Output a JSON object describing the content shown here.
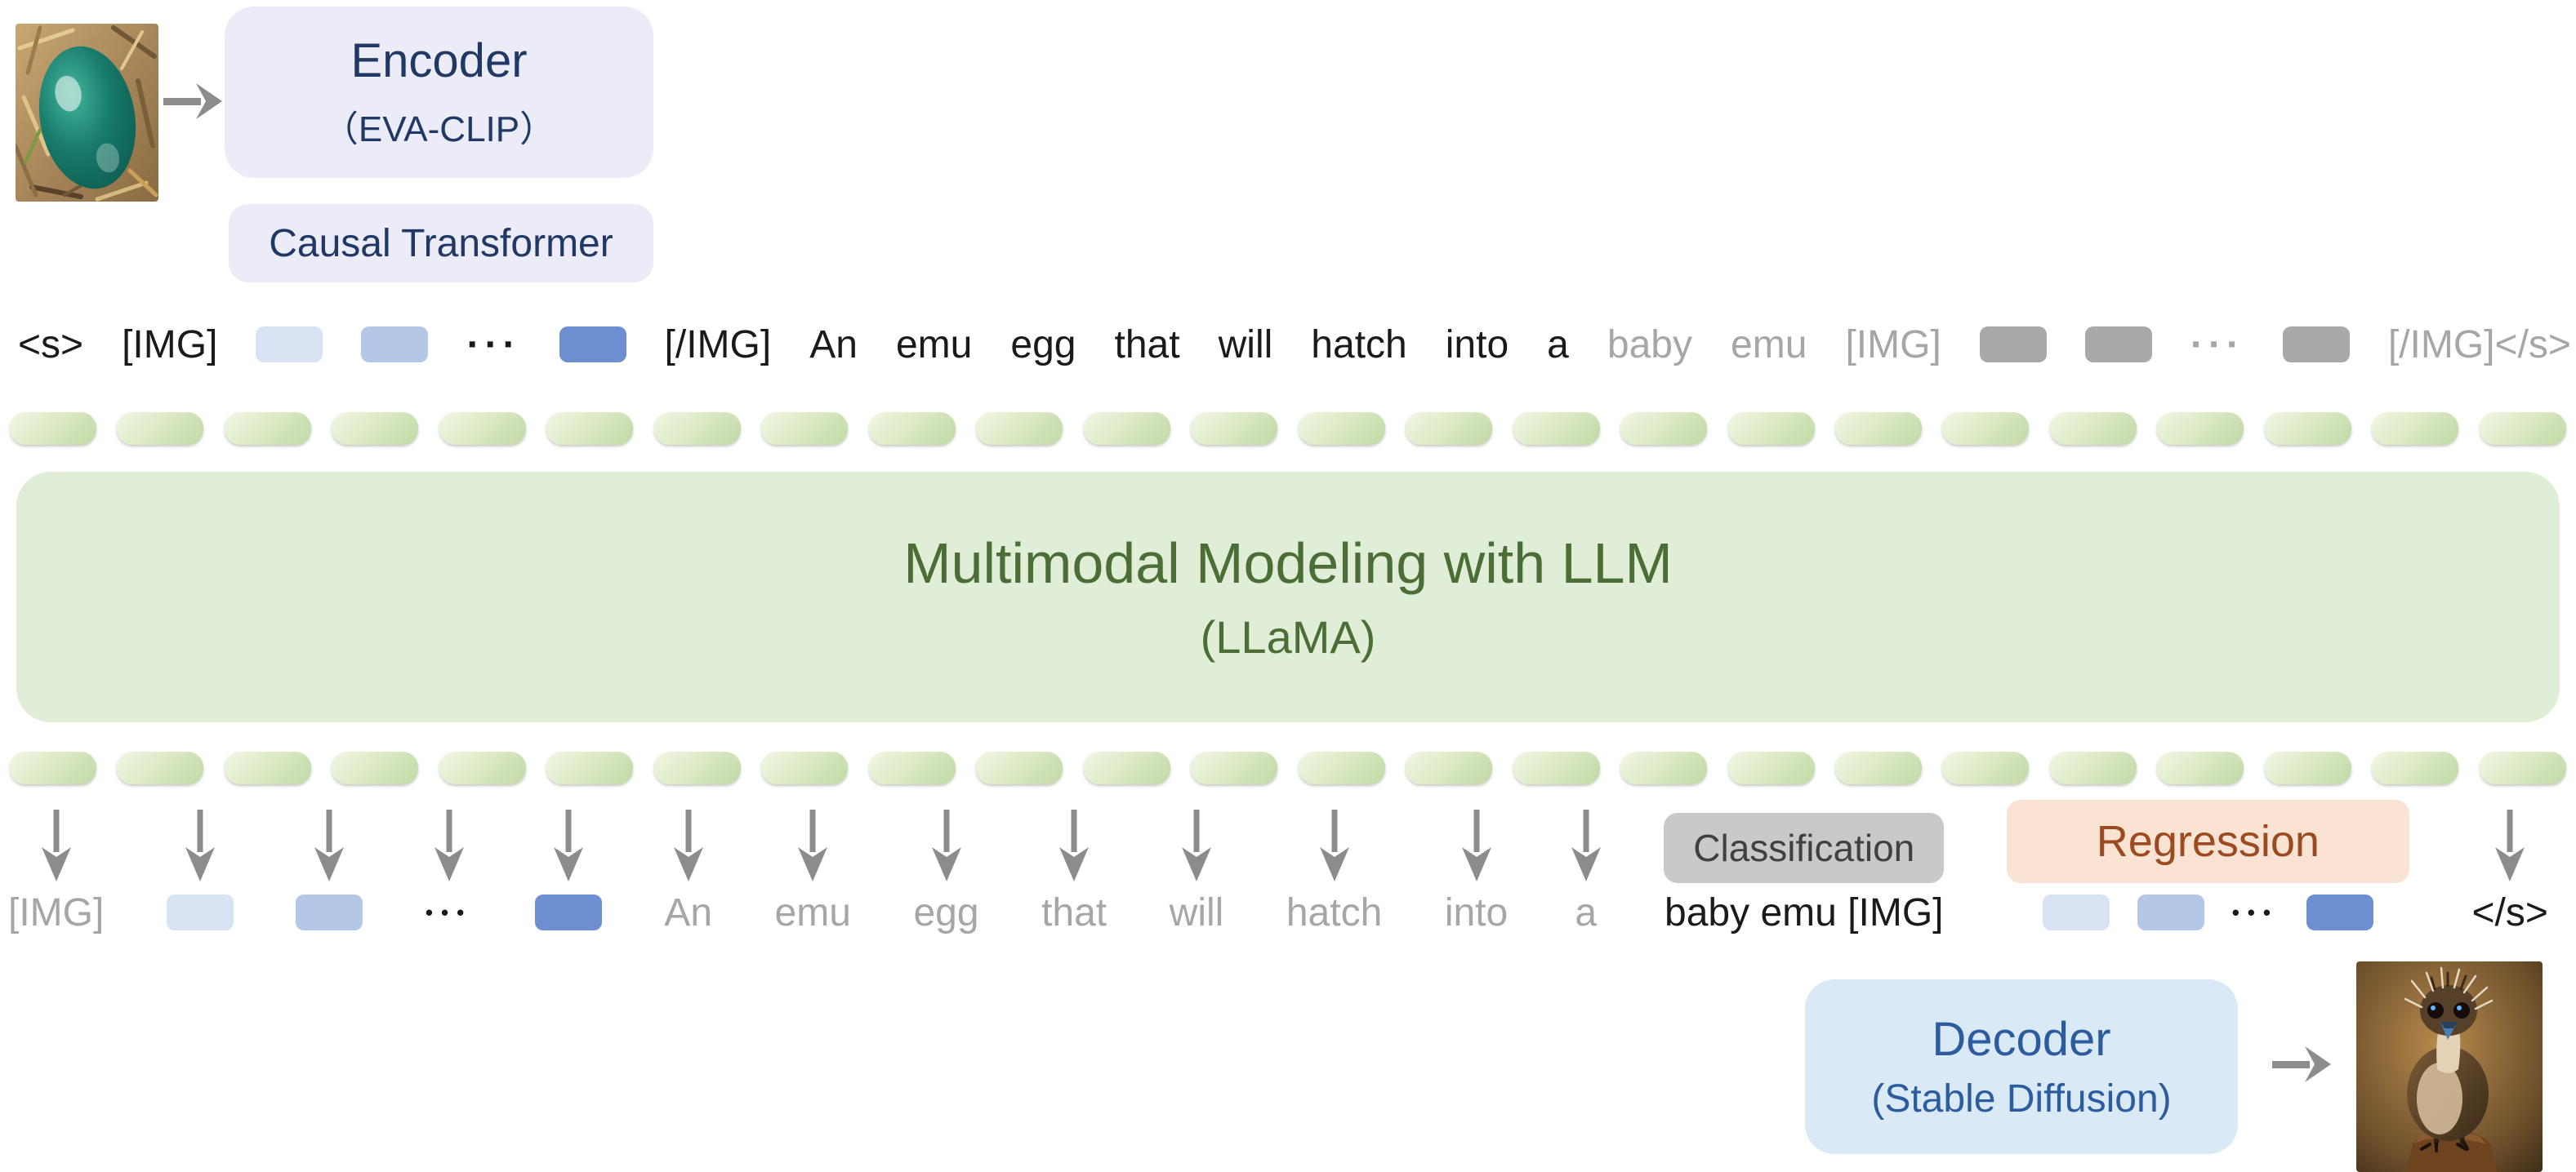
{
  "colors": {
    "lavender_box_bg": "#ececf8",
    "navy_text": "#1f3864",
    "llm_box_bg": "#e0eed7",
    "llm_text": "#4a6e35",
    "pill_green_light": "#f2f7e3",
    "pill_green_dark": "#c0d9a4",
    "token_blue_light": "#dae3f3",
    "token_blue_mid": "#b4c7e7",
    "token_blue_dark": "#6d8ed1",
    "token_gray_box": "#a9a9a9",
    "gray_text": "#a6a6a6",
    "black_text": "#1a1a1a",
    "classification_bg": "#c9c9c9",
    "classification_text": "#404040",
    "regression_bg": "#fbe3d3",
    "regression_text": "#9c4a1f",
    "decoder_bg": "#d9e9f6",
    "decoder_text": "#2d5c9e",
    "arrow_gray": "#8c8c8c"
  },
  "encoder": {
    "title": "Encoder",
    "subtitle": "（EVA-CLIP）"
  },
  "causal": {
    "label": "Causal Transformer"
  },
  "llm": {
    "title": "Multimodal Modeling with LLM",
    "subtitle": "(LLaMA)"
  },
  "heads": {
    "classification": "Classification",
    "regression": "Regression"
  },
  "decoder": {
    "title": "Decoder",
    "subtitle": "(Stable Diffusion)"
  },
  "pills": {
    "count_per_row": 24,
    "rows": 2
  },
  "tokens": {
    "top_row": [
      {
        "t": "<s>",
        "cls": "black"
      },
      {
        "t": "[IMG]",
        "cls": "black"
      },
      {
        "box": "light"
      },
      {
        "box": "mid"
      },
      {
        "t": "···",
        "cls": "black dots"
      },
      {
        "box": "dark"
      },
      {
        "t": "[/IMG]",
        "cls": "black"
      },
      {
        "t": "An",
        "cls": "black"
      },
      {
        "t": "emu",
        "cls": "black"
      },
      {
        "t": "egg",
        "cls": "black"
      },
      {
        "t": "that",
        "cls": "black"
      },
      {
        "t": "will",
        "cls": "black"
      },
      {
        "t": "hatch",
        "cls": "black"
      },
      {
        "t": "into",
        "cls": "black"
      },
      {
        "t": "a",
        "cls": "black"
      },
      {
        "t": "baby",
        "cls": "gray"
      },
      {
        "t": "emu",
        "cls": "gray"
      },
      {
        "t": "[IMG]",
        "cls": "gray"
      },
      {
        "box": "gbox"
      },
      {
        "box": "gbox"
      },
      {
        "t": "···",
        "cls": "gray dots"
      },
      {
        "box": "gbox"
      },
      {
        "t": "[/IMG]</s>",
        "cls": "gray"
      }
    ],
    "bottom_units": [
      {
        "head": "arrow",
        "tok": {
          "t": "[IMG]",
          "cls": "gray"
        }
      },
      {
        "head": "arrow",
        "tok": {
          "box": "light"
        }
      },
      {
        "head": "arrow",
        "tok": {
          "box": "mid"
        }
      },
      {
        "head": "arrow",
        "tok": {
          "t": "•••",
          "cls": "black bullets"
        }
      },
      {
        "head": "arrow",
        "tok": {
          "box": "dark"
        }
      },
      {
        "head": "arrow",
        "tok": {
          "t": "An",
          "cls": "gray"
        }
      },
      {
        "head": "arrow",
        "tok": {
          "t": "emu",
          "cls": "gray"
        }
      },
      {
        "head": "arrow",
        "tok": {
          "t": "egg",
          "cls": "gray"
        }
      },
      {
        "head": "arrow",
        "tok": {
          "t": "that",
          "cls": "gray"
        }
      },
      {
        "head": "arrow",
        "tok": {
          "t": "will",
          "cls": "gray"
        }
      },
      {
        "head": "arrow",
        "tok": {
          "t": "hatch",
          "cls": "gray"
        }
      },
      {
        "head": "arrow",
        "tok": {
          "t": "into",
          "cls": "gray"
        }
      },
      {
        "head": "arrow",
        "tok": {
          "t": "a",
          "cls": "gray"
        }
      },
      {
        "head": "classification",
        "tok": {
          "t": "baby emu [IMG]",
          "cls": "black"
        }
      },
      {
        "head": "regression",
        "group": [
          {
            "box": "light"
          },
          {
            "box": "mid"
          },
          {
            "t": "•••",
            "cls": "black bullets"
          },
          {
            "box": "dark"
          }
        ]
      },
      {
        "head": "arrow",
        "tok": {
          "t": "</s>",
          "cls": "black"
        }
      }
    ]
  }
}
